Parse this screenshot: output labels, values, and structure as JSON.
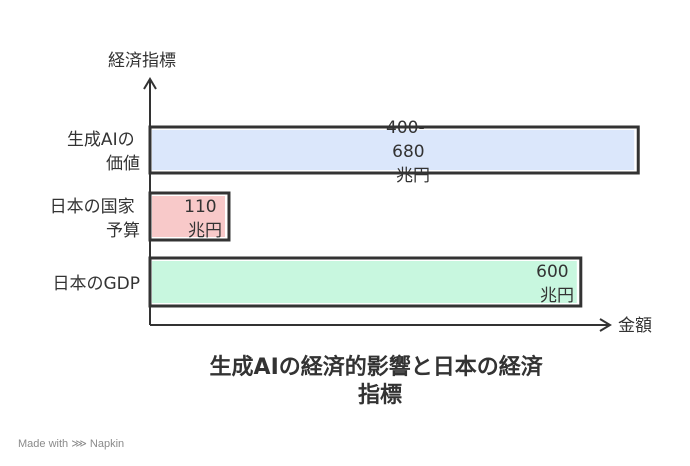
{
  "chart_data": {
    "type": "bar",
    "orientation": "horizontal",
    "title": "生成AIの経済的影響と日本の経済指標",
    "title_lines": [
      "生成AIの経済的影響と日本の経済",
      "指標"
    ],
    "xlabel": "金額",
    "ylabel": "経済指標",
    "unit": "兆円",
    "categories": [
      "生成AIの価値",
      "日本の国家予算",
      "日本のGDP"
    ],
    "category_lines": [
      [
        "生成AIの",
        "価値"
      ],
      [
        "日本の国家",
        "予算"
      ],
      [
        "日本のGDP"
      ]
    ],
    "values": [
      680,
      110,
      600
    ],
    "value_labels": [
      [
        "400-",
        "680",
        "兆円"
      ],
      [
        "110",
        "兆円"
      ],
      [
        "600",
        "兆円"
      ]
    ],
    "colors": [
      "#dbe7fb",
      "#f8c9c9",
      "#c8f7df"
    ],
    "grid": false,
    "legend": "none"
  },
  "footer": {
    "made_with": "Made with",
    "brand": "Napkin"
  }
}
